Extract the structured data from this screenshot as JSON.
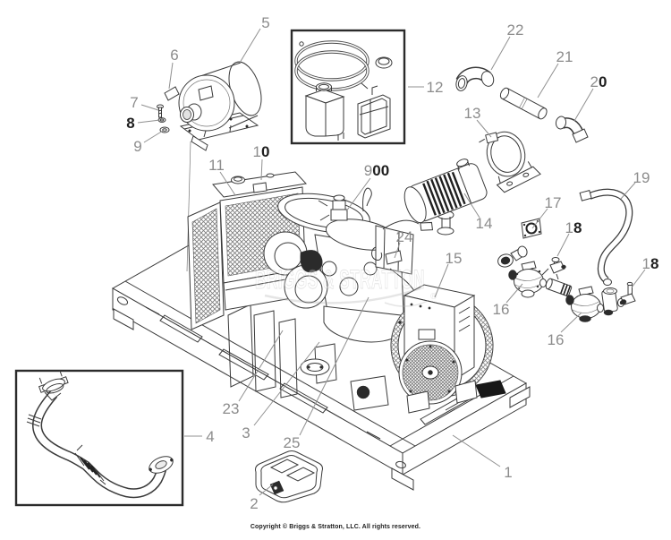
{
  "document": {
    "kind": "exploded-parts-diagram",
    "watermark": {
      "text": "BRIGGS & STRATTON",
      "registered_mark": "®"
    },
    "copyright": "Copyright © Briggs & Stratton, LLC. All rights reserved."
  },
  "callouts": {
    "c1": {
      "pre": "1",
      "suf": ""
    },
    "c2": {
      "pre": "2",
      "suf": ""
    },
    "c3": {
      "pre": "3",
      "suf": ""
    },
    "c4": {
      "pre": "4",
      "suf": ""
    },
    "c5": {
      "pre": "5",
      "suf": ""
    },
    "c6": {
      "pre": "6",
      "suf": ""
    },
    "c7": {
      "pre": "7",
      "suf": ""
    },
    "c8": {
      "pre": "",
      "suf": "8"
    },
    "c9": {
      "pre": "9",
      "suf": ""
    },
    "c10": {
      "pre": "1",
      "suf": "0"
    },
    "c11": {
      "pre": "11",
      "suf": ""
    },
    "c12": {
      "pre": "12",
      "suf": ""
    },
    "c13": {
      "pre": "13",
      "suf": ""
    },
    "c14": {
      "pre": "14",
      "suf": ""
    },
    "c15": {
      "pre": "15",
      "suf": ""
    },
    "c16a": {
      "pre": "16",
      "suf": ""
    },
    "c16b": {
      "pre": "16",
      "suf": ""
    },
    "c17": {
      "pre": "17",
      "suf": ""
    },
    "c18a": {
      "pre": "1",
      "suf": "8"
    },
    "c18b": {
      "pre": "1",
      "suf": "8"
    },
    "c19": {
      "pre": "19",
      "suf": ""
    },
    "c20": {
      "pre": "2",
      "suf": "0"
    },
    "c21": {
      "pre": "21",
      "suf": ""
    },
    "c22": {
      "pre": "22",
      "suf": ""
    },
    "c23": {
      "pre": "23",
      "suf": ""
    },
    "c24": {
      "pre": "24",
      "suf": ""
    },
    "c25": {
      "pre": "25",
      "suf": ""
    },
    "c900": {
      "pre": "9",
      "suf": "00"
    }
  }
}
